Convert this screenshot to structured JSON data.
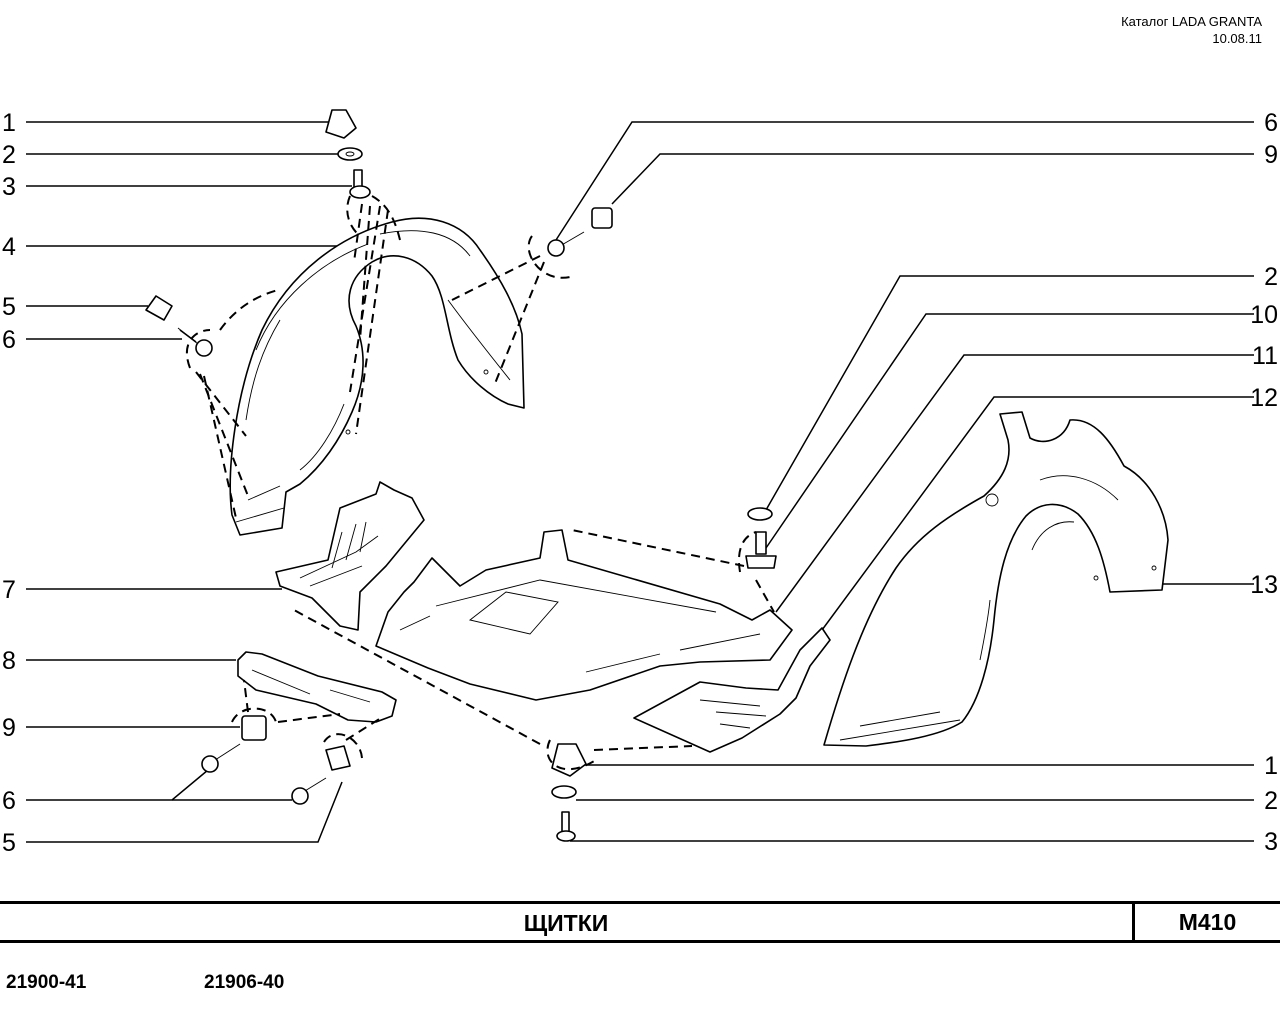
{
  "header": {
    "catalog": "Каталог LADA  GRANTA",
    "date": "10.08.11"
  },
  "title_block": {
    "title": "ЩИТКИ",
    "code": "M410"
  },
  "models": [
    "21900-41",
    "21906-40"
  ],
  "callouts_left": [
    "1",
    "2",
    "3",
    "4",
    "5",
    "6",
    "7",
    "8",
    "9",
    "6",
    "5"
  ],
  "callouts_right": [
    "6",
    "9",
    "2",
    "10",
    "11",
    "12",
    "13",
    "1",
    "2",
    "3"
  ]
}
